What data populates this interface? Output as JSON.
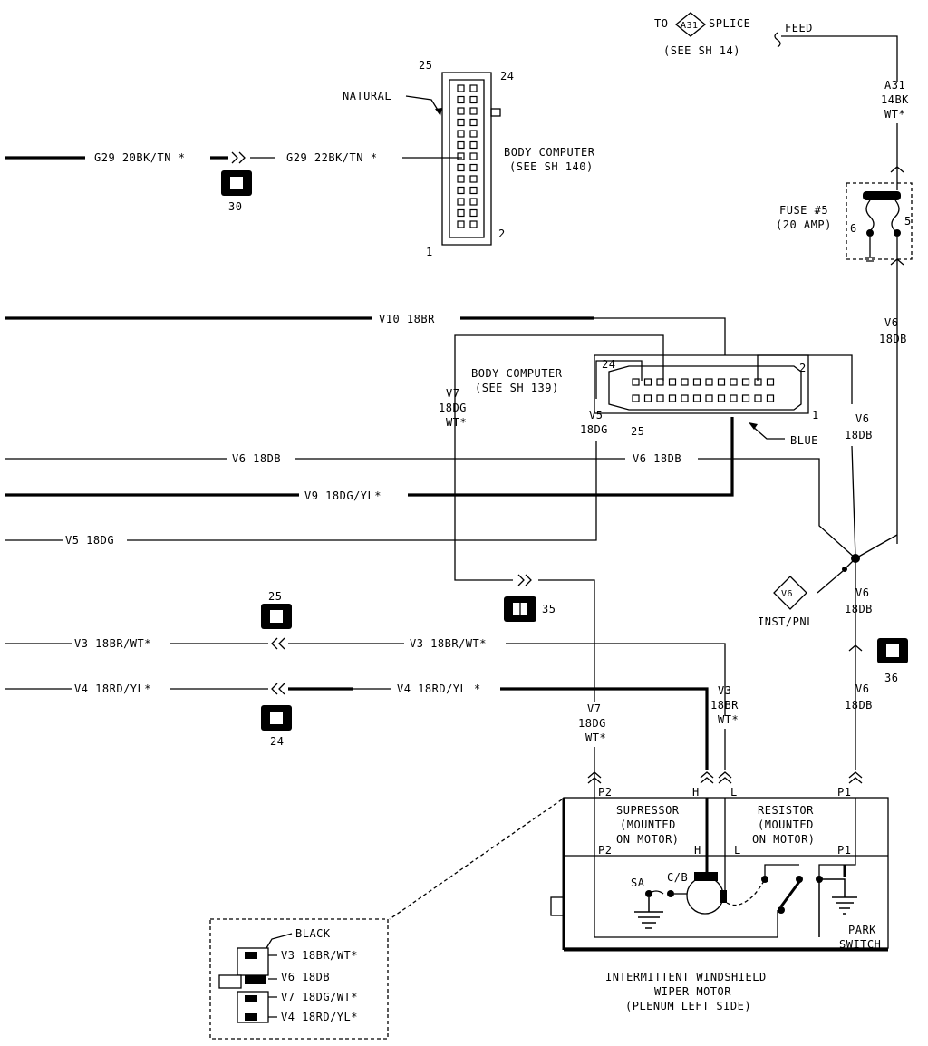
{
  "splice": {
    "to": "TO",
    "id": "A31",
    "label": "SPLICE",
    "see": "(SEE SH 14)",
    "feed": "FEED",
    "wire_id": "A31",
    "wire_gauge": "14BK",
    "wire_tracer": "WT*"
  },
  "fuse": {
    "name": "FUSE #5",
    "rating": "(20 AMP)",
    "pin_left": "6",
    "pin_right": "5"
  },
  "body_computer_top": {
    "color": "NATURAL",
    "title": "BODY COMPUTER",
    "see": "(SEE SH 140)",
    "pin_25": "25",
    "pin_24": "24",
    "pin_2": "2",
    "pin_1": "1"
  },
  "body_computer_mid": {
    "title": "BODY COMPUTER",
    "see": "(SEE SH 139)",
    "color": "BLUE",
    "pin_24": "24",
    "pin_2": "2",
    "pin_25": "25",
    "pin_1": "1"
  },
  "wires": {
    "g29_left": "G29 20BK/TN *",
    "g29_right": "G29 22BK/TN *",
    "v10": "V10 18BR",
    "v6_left": "V6 18DB",
    "v6_mid": "V6 18DB",
    "v9": "V9 18DG/YL*",
    "v5_left": "V5 18DG",
    "v3_left": "V3 18BR/WT*",
    "v3_mid": "V3 18BR/WT*",
    "v4_left": "V4 18RD/YL*",
    "v4_mid": "V4 18RD/YL *",
    "v7_id": "V7",
    "v7_gauge": "18DG",
    "v7_tracer": "WT*",
    "v5_id": "V5",
    "v5_gauge": "18DG",
    "v6r_id": "V6",
    "v6r_gauge": "18DB",
    "v6b_id": "V6",
    "v6b_gauge": "18DB",
    "v6c_id": "V6",
    "v6c_gauge": "18DB",
    "v6d_id": "V6",
    "v6d_gauge": "18DB",
    "v7b_id": "V7",
    "v7b_gauge": "18DG",
    "v7b_tracer": "WT*",
    "v3b_id": "V3",
    "v3b_gauge": "18BR",
    "v3b_tracer": "WT*"
  },
  "connectors": {
    "c30": "30",
    "c35": "35",
    "c25": "25",
    "c24": "24",
    "c36": "36"
  },
  "ground_splice": {
    "id": "V6",
    "label": "INST/PNL"
  },
  "motor": {
    "p2_top": "P2",
    "h_top": "H",
    "l_top": "L",
    "p1_top": "P1",
    "supressor_1": "SUPRESSOR",
    "supressor_2": "(MOUNTED",
    "supressor_3": "ON MOTOR)",
    "resistor_1": "RESISTOR",
    "resistor_2": "(MOUNTED",
    "resistor_3": "ON MOTOR)",
    "p2_in": "P2",
    "h_in": "H",
    "l_in": "L",
    "p1_in": "P1",
    "sa": "SA",
    "cb": "C/B",
    "park_1": "PARK",
    "park_2": "SWITCH",
    "title_1": "INTERMITTENT WINDSHIELD",
    "title_2": "WIPER MOTOR",
    "title_3": "(PLENUM LEFT SIDE)"
  },
  "inset": {
    "color": "BLACK",
    "pin_a": "V3 18BR/WT*",
    "pin_b": "V6 18DB",
    "pin_c": "V7 18DG/WT*",
    "pin_d": "V4 18RD/YL*"
  }
}
